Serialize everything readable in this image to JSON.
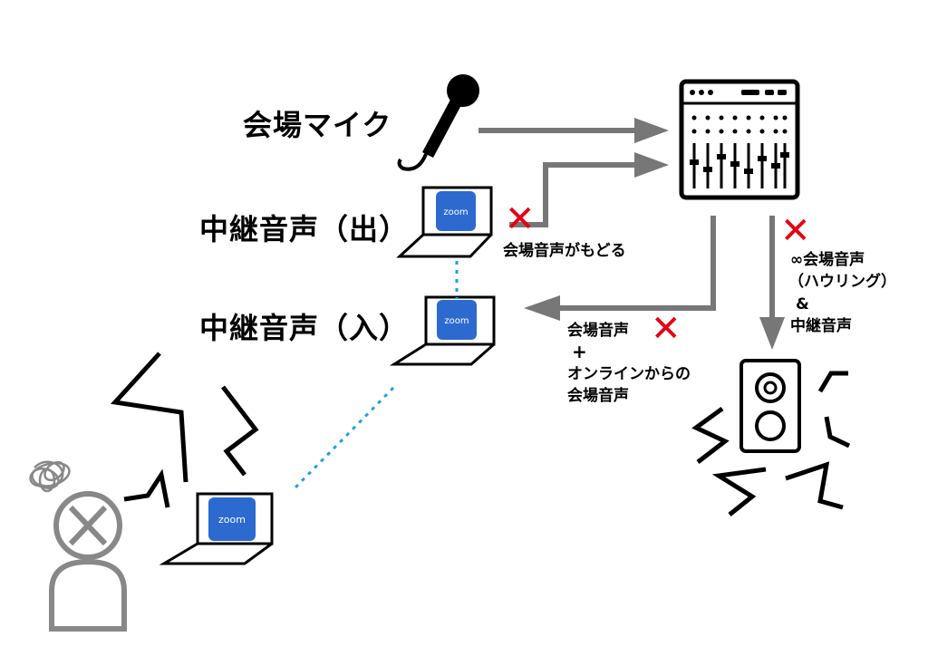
{
  "labels": {
    "venue_mic": "会場マイク",
    "relay_out": "中継音声（出）",
    "relay_in": "中継音声（入）"
  },
  "notes": {
    "venue_audio_returns": "会場音声がもどる",
    "mixer_to_laptop": [
      "会場音声",
      "+",
      "オンラインからの",
      "会場音声"
    ],
    "mixer_to_speaker": [
      "∞会場音声",
      "（ハウリング）",
      "&",
      "中継音声"
    ]
  },
  "marks": {
    "cross": "✕",
    "cross_color": "#e60012"
  },
  "app": {
    "name": "zoom",
    "icon_color": "#2d6ad0"
  },
  "colors": {
    "arrow": "#777777",
    "link_dotted": "#1ea0e0",
    "person": "#888888"
  },
  "icons": [
    "microphone-icon",
    "mixer-icon",
    "laptop-icon",
    "speaker-icon",
    "person-icon",
    "tangle-icon"
  ]
}
